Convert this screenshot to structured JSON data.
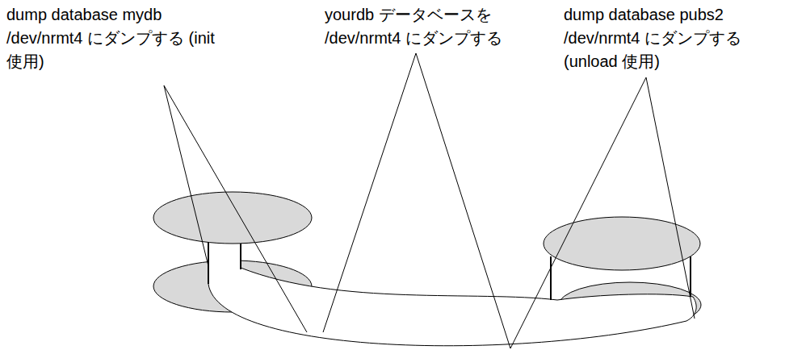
{
  "diagram": {
    "labels": [
      "dump database mydb /dev/nrmt4 にダンプする (init 使用)",
      "yourdb データベースを /dev/nrmt4 にダンプする",
      "dump database pubs2 /dev/nrmt4 にダンプする (unload 使用)"
    ]
  }
}
